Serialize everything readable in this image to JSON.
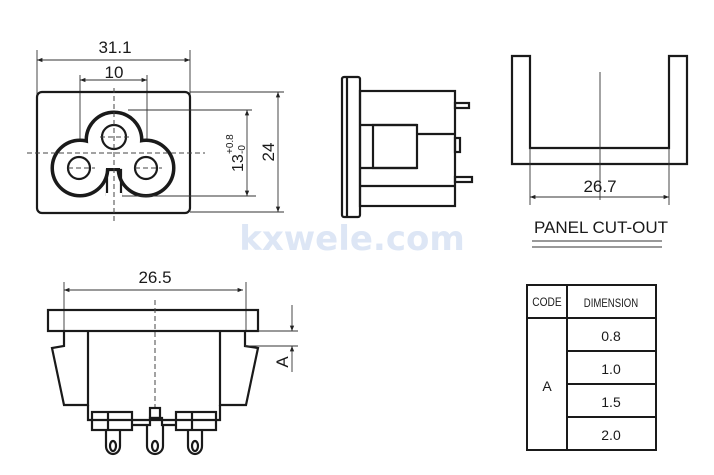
{
  "watermark": "kxwele.com",
  "front_view": {
    "width_dim": "31.1",
    "pin_spacing_dim": "10",
    "height_dim": "24",
    "cutout_height_dim": "13",
    "tol_plus": "+0.8",
    "tol_minus": "-0"
  },
  "cutout": {
    "width_dim": "26.7",
    "title": "PANEL CUT-OUT"
  },
  "bottom_view": {
    "width_dim": "26.5",
    "thickness_label": "A"
  },
  "table": {
    "headers": [
      "CODE",
      "DIMENSION"
    ],
    "code": "A",
    "rows": [
      "0.8",
      "1.0",
      "1.5",
      "2.0"
    ]
  }
}
